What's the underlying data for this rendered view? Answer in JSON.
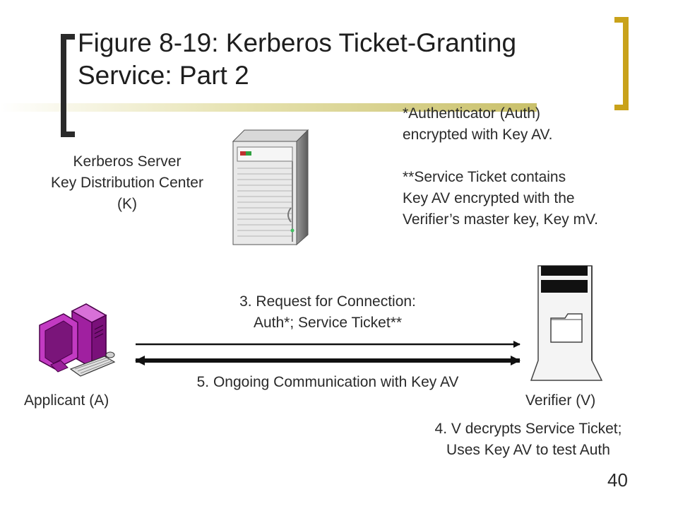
{
  "title": {
    "line1": "Figure 8-19: Kerberos Ticket-Granting",
    "line2": "Service: Part 2"
  },
  "notes": {
    "auth_line1": "*Authenticator (Auth)",
    "auth_line2": "encrypted with Key AV.",
    "ticket_line1": "**Service Ticket contains",
    "ticket_line2": "Key AV encrypted with the",
    "ticket_line3": "Verifier’s master key, Key mV."
  },
  "server": {
    "line1": "Kerberos Server",
    "line2": "Key Distribution Center",
    "line3": "(K)"
  },
  "applicant": {
    "label": "Applicant (A)"
  },
  "verifier": {
    "label": "Verifier (V)"
  },
  "messages": {
    "step3_line1": "3. Request for Connection:",
    "step3_line2": "Auth*; Service Ticket**",
    "step5": "5. Ongoing Communication with Key AV",
    "step4_line1": "4. V decrypts Service Ticket;",
    "step4_line2": "Uses Key AV to test Auth"
  },
  "page_number": "40",
  "colors": {
    "accent_gold": "#c9a21a",
    "computer_magenta": "#c23ac2"
  },
  "icons": [
    "server-tower-icon",
    "desktop-computer-icon",
    "verifier-tower-icon",
    "folder-icon"
  ]
}
